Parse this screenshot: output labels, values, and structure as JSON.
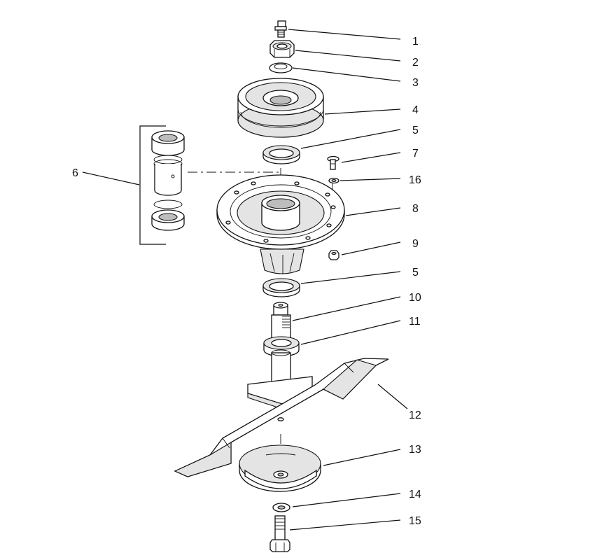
{
  "diagram": {
    "callouts": [
      "1",
      "2",
      "3",
      "4",
      "5",
      "6",
      "7",
      "16",
      "8",
      "9",
      "5",
      "10",
      "11",
      "12",
      "13",
      "14",
      "15"
    ]
  }
}
